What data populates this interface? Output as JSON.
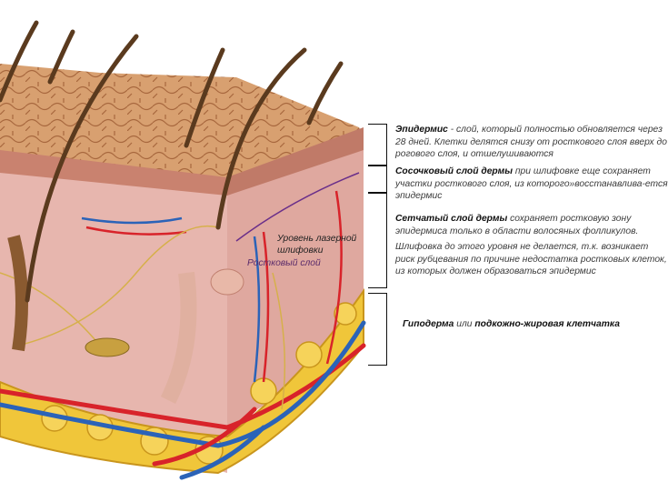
{
  "annotations": {
    "epidermis": {
      "term": "Эпидермис",
      "text": " - слой, который полностью обновляется через 28 дней. Клетки делятся снизу от росткового слоя вверх до рогового слоя, и отшелушиваются"
    },
    "papillary": {
      "term": "Сосочковый слой дермы",
      "text": " при шлифовке еще сохраняет участки росткового слоя, из которого»восстанавлива-ется эпидермис"
    },
    "reticular": {
      "term": "Сетчатый слой дермы",
      "text": " сохраняет ростковую зону эпидермиса только в области волосяных фолликулов."
    },
    "reticular_note": "Шлифовка до этого уровня не делается, т.к. возникает риск рубцевания по причине недостатка ростковых клеток, из которых должен образоваться эпидермис",
    "hypodermis": {
      "term1": "Гиподерма",
      "mid": " или ",
      "term2": "подкожно-жировая клетчатка"
    }
  },
  "labels": {
    "laser_level_1": "Уровень лазерной",
    "laser_level_2": "шлифовки",
    "germinal_layer": "Ростковый слой"
  },
  "colors": {
    "skin_top": "#d9a06e",
    "dermis": "#e6b4ad",
    "fat": "#f0c63a",
    "artery": "#d8232a",
    "vein": "#2b63b8",
    "hair": "#5a3a1e"
  }
}
